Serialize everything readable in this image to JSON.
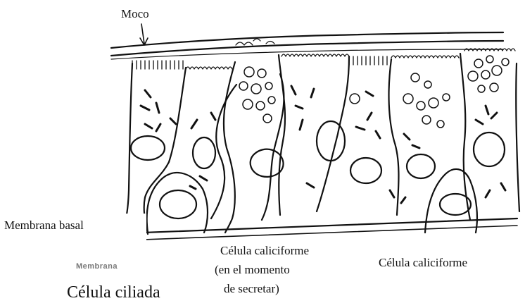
{
  "labels": {
    "moco": "Moco",
    "membrana_basal": "Membrana basal",
    "caliciforme_secretando_1": "Célula caliciforme",
    "caliciforme_secretando_2": "(en el momento",
    "caliciforme_secretando_3": "de secretar)",
    "caliciforme": "Célula caliciforme",
    "ciliada": "Célula ciliada",
    "fragmento": "Membrana"
  },
  "colors": {
    "ink": "#111111",
    "background": "#ffffff"
  }
}
